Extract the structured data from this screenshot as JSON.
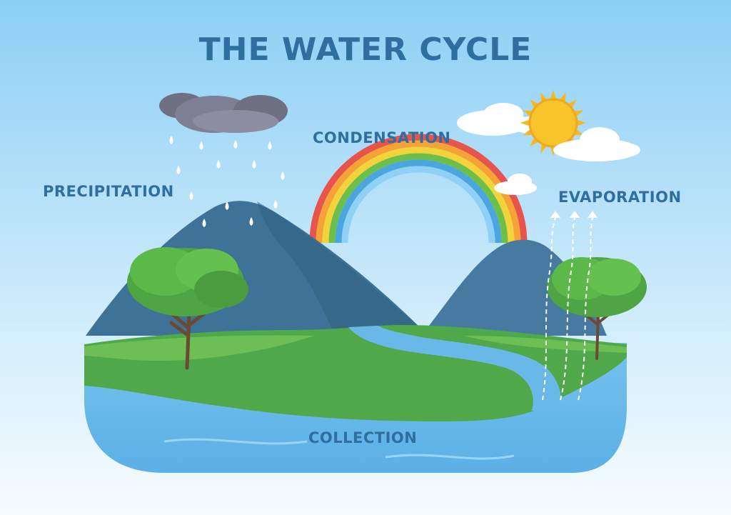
{
  "title": "THE WATER CYCLE",
  "labels": {
    "precipitation": "PRECIPITATION",
    "condensation": "CONDENSATION",
    "evaporation": "EVAPORATION",
    "collection": "COLLECTION"
  },
  "colors": {
    "sky_top": "#8fd0f5",
    "sky_bottom": "#f4fbff",
    "mountain": "#3d7295",
    "mountain_shade": "#2f5f80",
    "grass": "#4fa84a",
    "grass_light": "#6dbf55",
    "water": "#6ab8e8",
    "water_deep": "#4aa3dc",
    "tree_leaf": "#5cb848",
    "tree_trunk": "#6b4a32",
    "storm_cloud": "#7e7f92",
    "sun": "#f6b820",
    "label_text": "#2f6f9f"
  },
  "rainbow_colors": [
    "#e8544c",
    "#f5a236",
    "#f3d33a",
    "#6cc04a",
    "#4ba6e0",
    "#8fd0f5"
  ]
}
